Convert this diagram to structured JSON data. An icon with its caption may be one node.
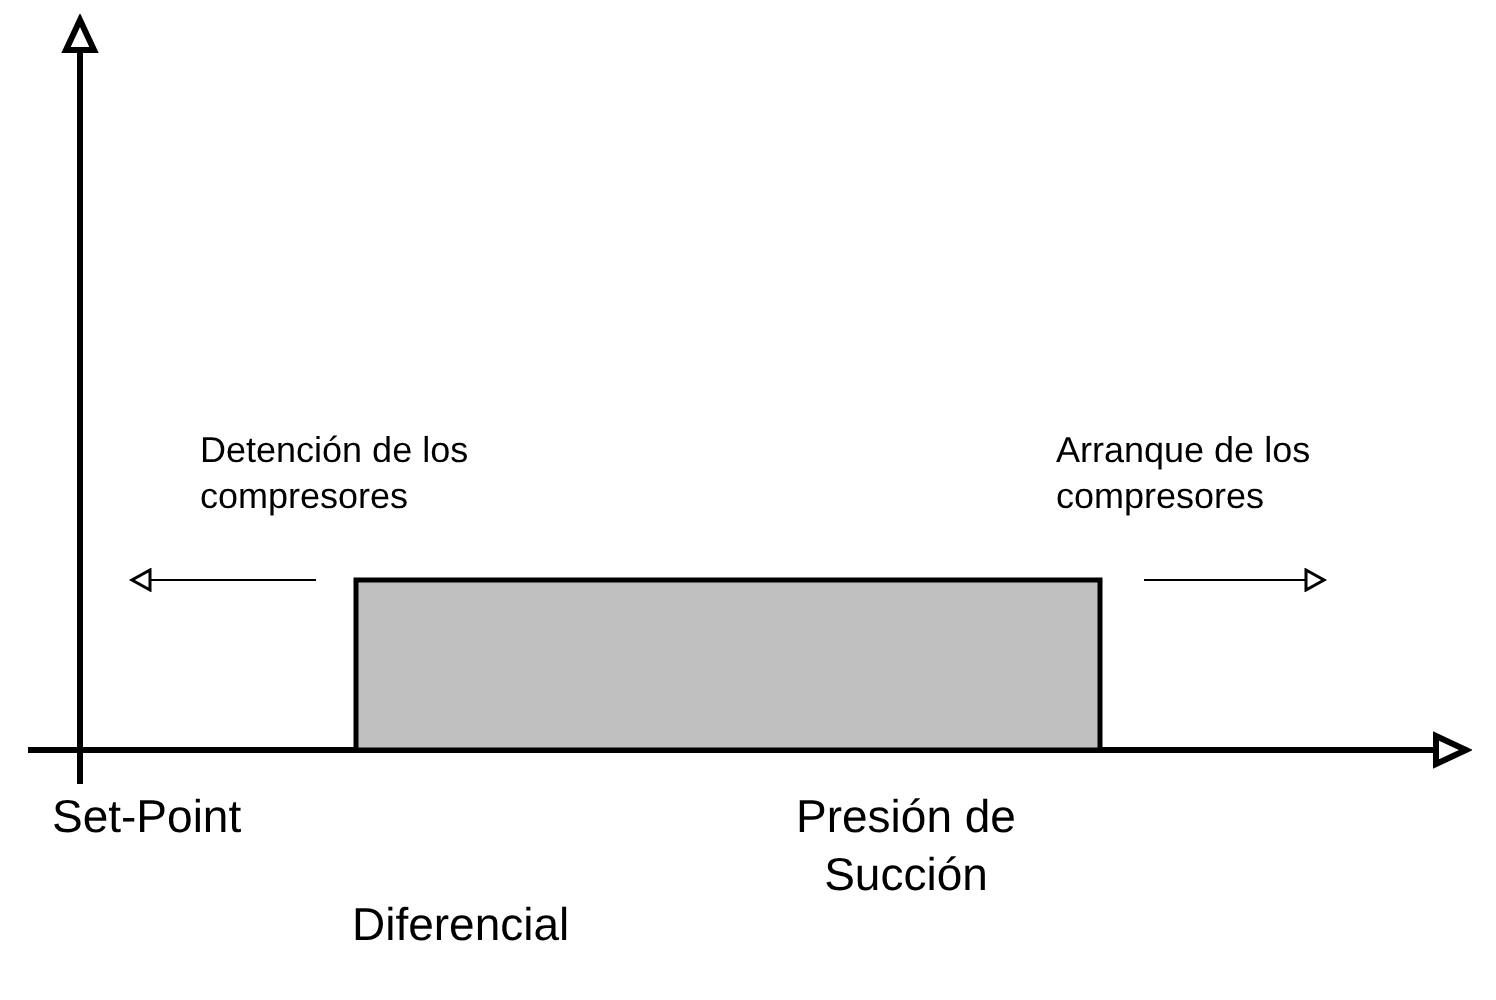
{
  "diagram": {
    "nodes": [
      {
        "text": [],
        "shape": "box"
      }
    ],
    "labels": [
      "Detención de los compresores",
      "Arranque de los compresores",
      "Set-Point",
      "Presión de Succión",
      "Diferencial"
    ]
  }
}
